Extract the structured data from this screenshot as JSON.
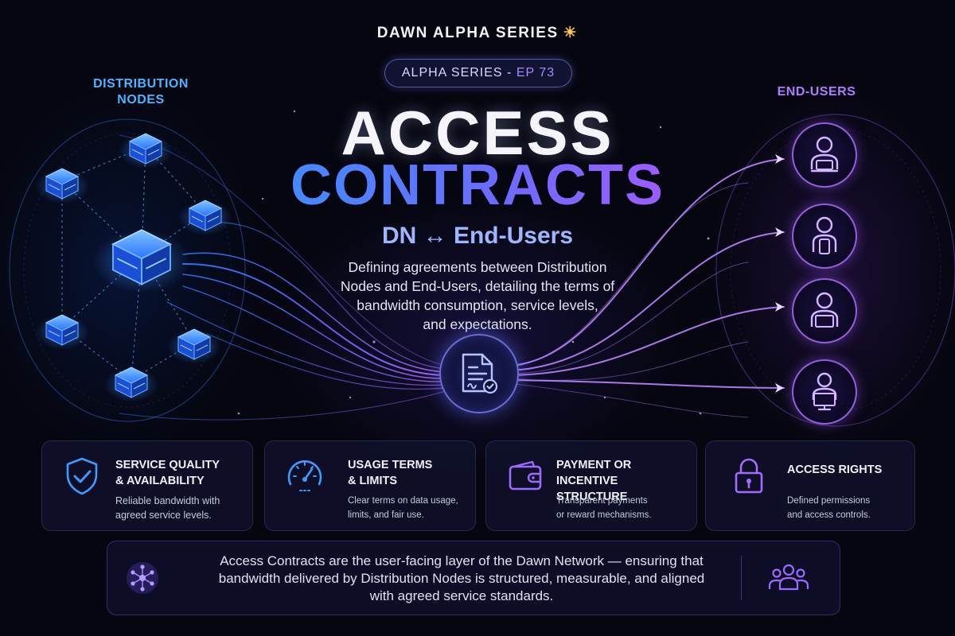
{
  "header": {
    "series_title": "DAWN ALPHA SERIES",
    "sun_glyph": "☀",
    "episode_pill_prefix": "ALPHA SERIES - ",
    "episode_pill_ep": "EP 73"
  },
  "left_label": {
    "line1": "DISTRIBUTION",
    "line2": "NODES"
  },
  "right_label": "END-USERS",
  "title": {
    "line1": "ACCESS",
    "line2": "CONTRACTS",
    "subtitle": "DN ↔ End-Users"
  },
  "description": {
    "line1": "Defining agreements between Distribution",
    "line2": "Nodes and End-Users, detailing the terms of",
    "line3": "bandwidth consumption, service levels,",
    "line4": "and expectations."
  },
  "icons": {
    "contract": "contract-document-icon",
    "users": [
      "user-laptop-icon",
      "user-phone-icon",
      "user-desktop-icon",
      "user-monitor-icon"
    ],
    "node": "server-node-icon"
  },
  "cards": [
    {
      "icon": "shield-check-icon",
      "title1": "Service Quality",
      "title2": "& Availability",
      "text1": "Reliable bandwidth with",
      "text2": "agreed service levels."
    },
    {
      "icon": "speedometer-icon",
      "title1": "Usage Terms",
      "title2": "& Limits",
      "text1": "Clear terms on data usage,",
      "text2": "limits, and fair use."
    },
    {
      "icon": "wallet-icon",
      "title1": "Payment or",
      "title2": "Incentive Structure",
      "text1": "Transparent payments",
      "text2": "or reward mechanisms."
    },
    {
      "icon": "padlock-icon",
      "title1": "Access Rights",
      "title2": "",
      "text1": "Defined permissions",
      "text2": "and access controls."
    }
  ],
  "footer": {
    "line1": "Access Contracts are the user-facing layer of the Dawn Network — ensuring that",
    "line2": "bandwidth delivered by Distribution Nodes is structured, measurable, and aligned",
    "line3": "with agreed service standards.",
    "left_icon": "network-hub-icon",
    "right_icon": "team-users-icon"
  },
  "colors": {
    "background": "#05060f",
    "blue_accent": "#3f8dff",
    "purple_accent": "#a35bff",
    "sun": "#ffc83a"
  }
}
